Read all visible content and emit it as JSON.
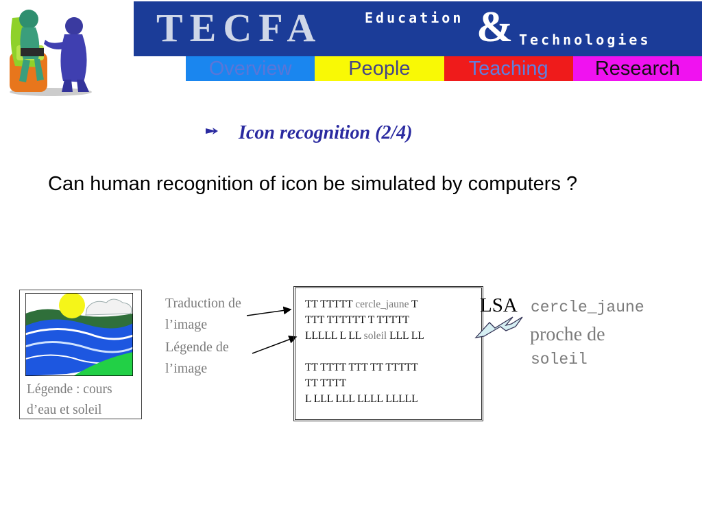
{
  "header": {
    "logo_icon": "tecfa-mascot-icon",
    "banner_title": "TECFA",
    "banner_education": "Education",
    "banner_ampersand": "&",
    "banner_technologies": "Technologies",
    "banner_color": "#1b3c98"
  },
  "nav": {
    "tabs": [
      {
        "label": "Overview",
        "bg": "#1a86ef"
      },
      {
        "label": "People",
        "bg": "#f9f905"
      },
      {
        "label": "Teaching",
        "bg": "#ef1b1b"
      },
      {
        "label": "Research",
        "bg": "#f012f0"
      }
    ]
  },
  "slide": {
    "bullet_icon": "arrow-bullet-icon",
    "title": "Icon recognition (2/4)",
    "question": "Can human recognition of icon be simulated by computers ?"
  },
  "figure": {
    "image_icon": "river-sun-landscape-icon",
    "caption_line1": "Légende : cours",
    "caption_line2": "d’eau et soleil",
    "label_traduction_line1": "Traduction de",
    "label_traduction_line2": "l’image",
    "label_legende_line1": "Légende de",
    "label_legende_line2": "l’image"
  },
  "textbox": {
    "line1_a": "TT TTTTT ",
    "line1_b": "cercle_jaune",
    "line1_c": " T",
    "line2": "TTT TTTTTT T TTTTT",
    "line3_a": "LLLLL L LL ",
    "line3_b": "soleil",
    "line3_c": " LLL LL",
    "line4": "TT TTTT TTT TT TTTTT",
    "line5": "TT TTTT",
    "line6": "L LLL LLL LLLL LLLLL"
  },
  "lsa": {
    "label": "LSA",
    "term1": "cercle_jaune",
    "relation": "proche de",
    "term2": "soleil",
    "lightning_icon": "lightning-bolt-icon"
  }
}
